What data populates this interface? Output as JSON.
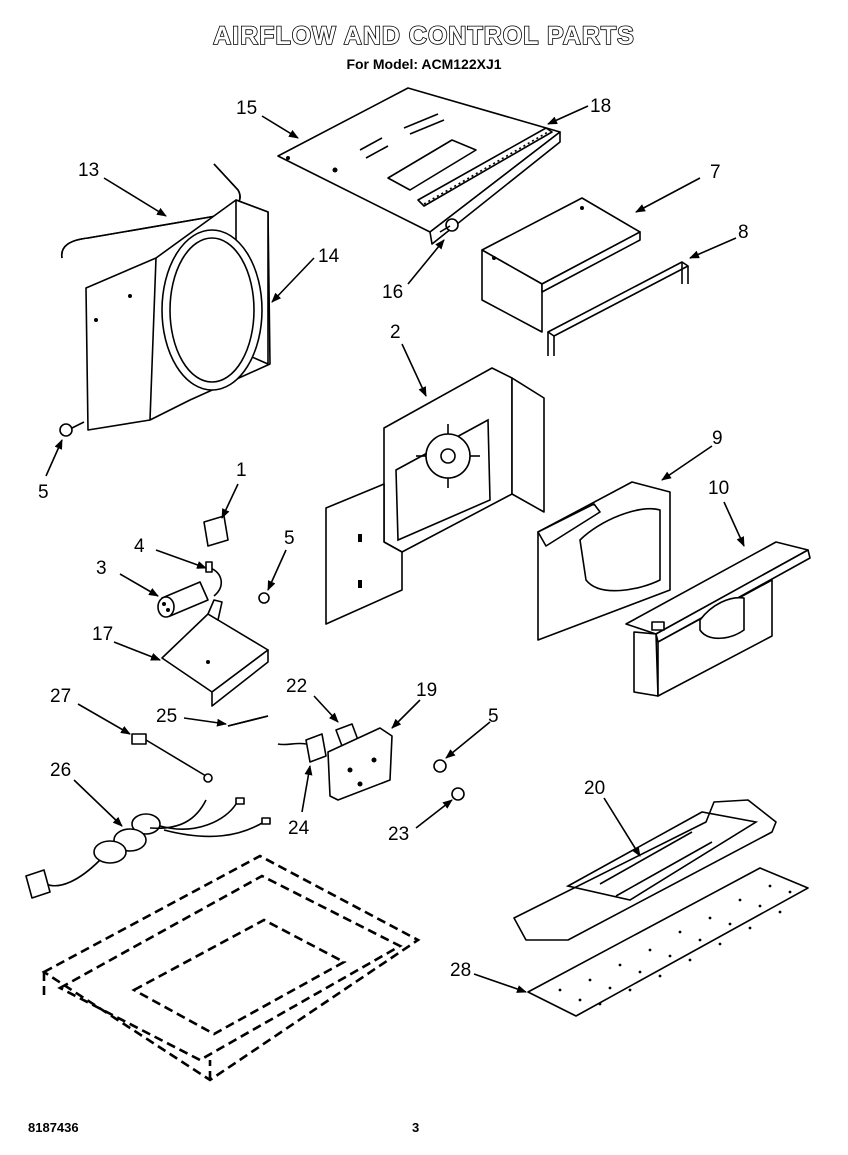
{
  "title": "AIRFLOW AND CONTROL PARTS",
  "subtitle": "For Model: ACM122XJ1",
  "doc_number": "8187436",
  "page_number": "3",
  "callouts": [
    {
      "id": "c1",
      "label": "1"
    },
    {
      "id": "c2",
      "label": "2"
    },
    {
      "id": "c3",
      "label": "3"
    },
    {
      "id": "c4",
      "label": "4"
    },
    {
      "id": "c5a",
      "label": "5"
    },
    {
      "id": "c5b",
      "label": "5"
    },
    {
      "id": "c5c",
      "label": "5"
    },
    {
      "id": "c7",
      "label": "7"
    },
    {
      "id": "c8",
      "label": "8"
    },
    {
      "id": "c9",
      "label": "9"
    },
    {
      "id": "c10",
      "label": "10"
    },
    {
      "id": "c13",
      "label": "13"
    },
    {
      "id": "c14",
      "label": "14"
    },
    {
      "id": "c15",
      "label": "15"
    },
    {
      "id": "c16",
      "label": "16"
    },
    {
      "id": "c17",
      "label": "17"
    },
    {
      "id": "c18",
      "label": "18"
    },
    {
      "id": "c19",
      "label": "19"
    },
    {
      "id": "c20",
      "label": "20"
    },
    {
      "id": "c22",
      "label": "22"
    },
    {
      "id": "c23",
      "label": "23"
    },
    {
      "id": "c24",
      "label": "24"
    },
    {
      "id": "c25",
      "label": "25"
    },
    {
      "id": "c26",
      "label": "26"
    },
    {
      "id": "c27",
      "label": "27"
    },
    {
      "id": "c28",
      "label": "28"
    }
  ]
}
